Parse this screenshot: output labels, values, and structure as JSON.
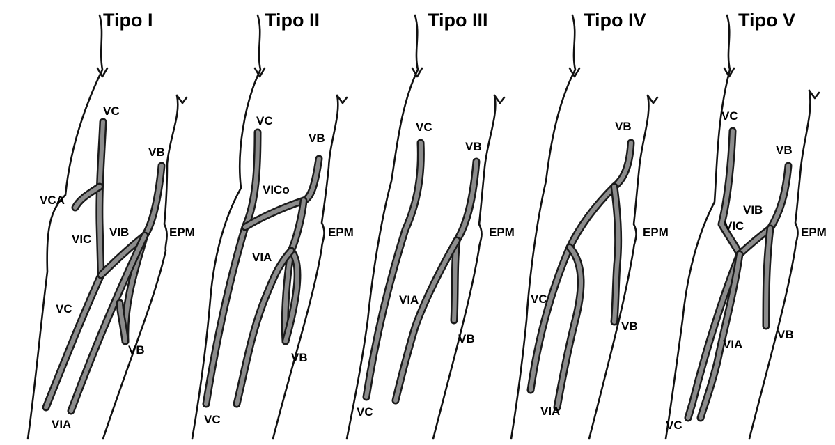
{
  "colors": {
    "vein_fill": "#8c8c8c",
    "vein_outline": "#1a1a1a",
    "ink": "#111111",
    "background": "#ffffff"
  },
  "panels": [
    {
      "title": "Tipo I",
      "labels": {
        "vc_top": "VC",
        "vb_top": "VB",
        "vca": "VCA",
        "vic": "VIC",
        "vib": "VIB",
        "epm": "EPM",
        "vc_mid": "VC",
        "vb_bottom": "VB",
        "via_bottom": "VIA"
      }
    },
    {
      "title": "Tipo II",
      "labels": {
        "vc_top": "VC",
        "vb_top": "VB",
        "vico": "VICo",
        "epm": "EPM",
        "via": "VIA",
        "vb_bottom": "VB",
        "vc_bottom": "VC"
      }
    },
    {
      "title": "Tipo III",
      "labels": {
        "vc_top": "VC",
        "vb_top": "VB",
        "epm": "EPM",
        "via": "VIA",
        "vb_bottom": "VB",
        "vc_bottom": "VC"
      }
    },
    {
      "title": "Tipo IV",
      "labels": {
        "vb_top": "VB",
        "epm": "EPM",
        "vc": "VC",
        "vb_bottom": "VB",
        "via_bottom": "VIA"
      }
    },
    {
      "title": "Tipo V",
      "labels": {
        "vc_top": "VC",
        "vb_top": "VB",
        "vib": "VIB",
        "vic": "VIC",
        "epm": "EPM",
        "via": "VIA",
        "vb_bottom": "VB",
        "vc_bottom": "VC"
      }
    }
  ]
}
